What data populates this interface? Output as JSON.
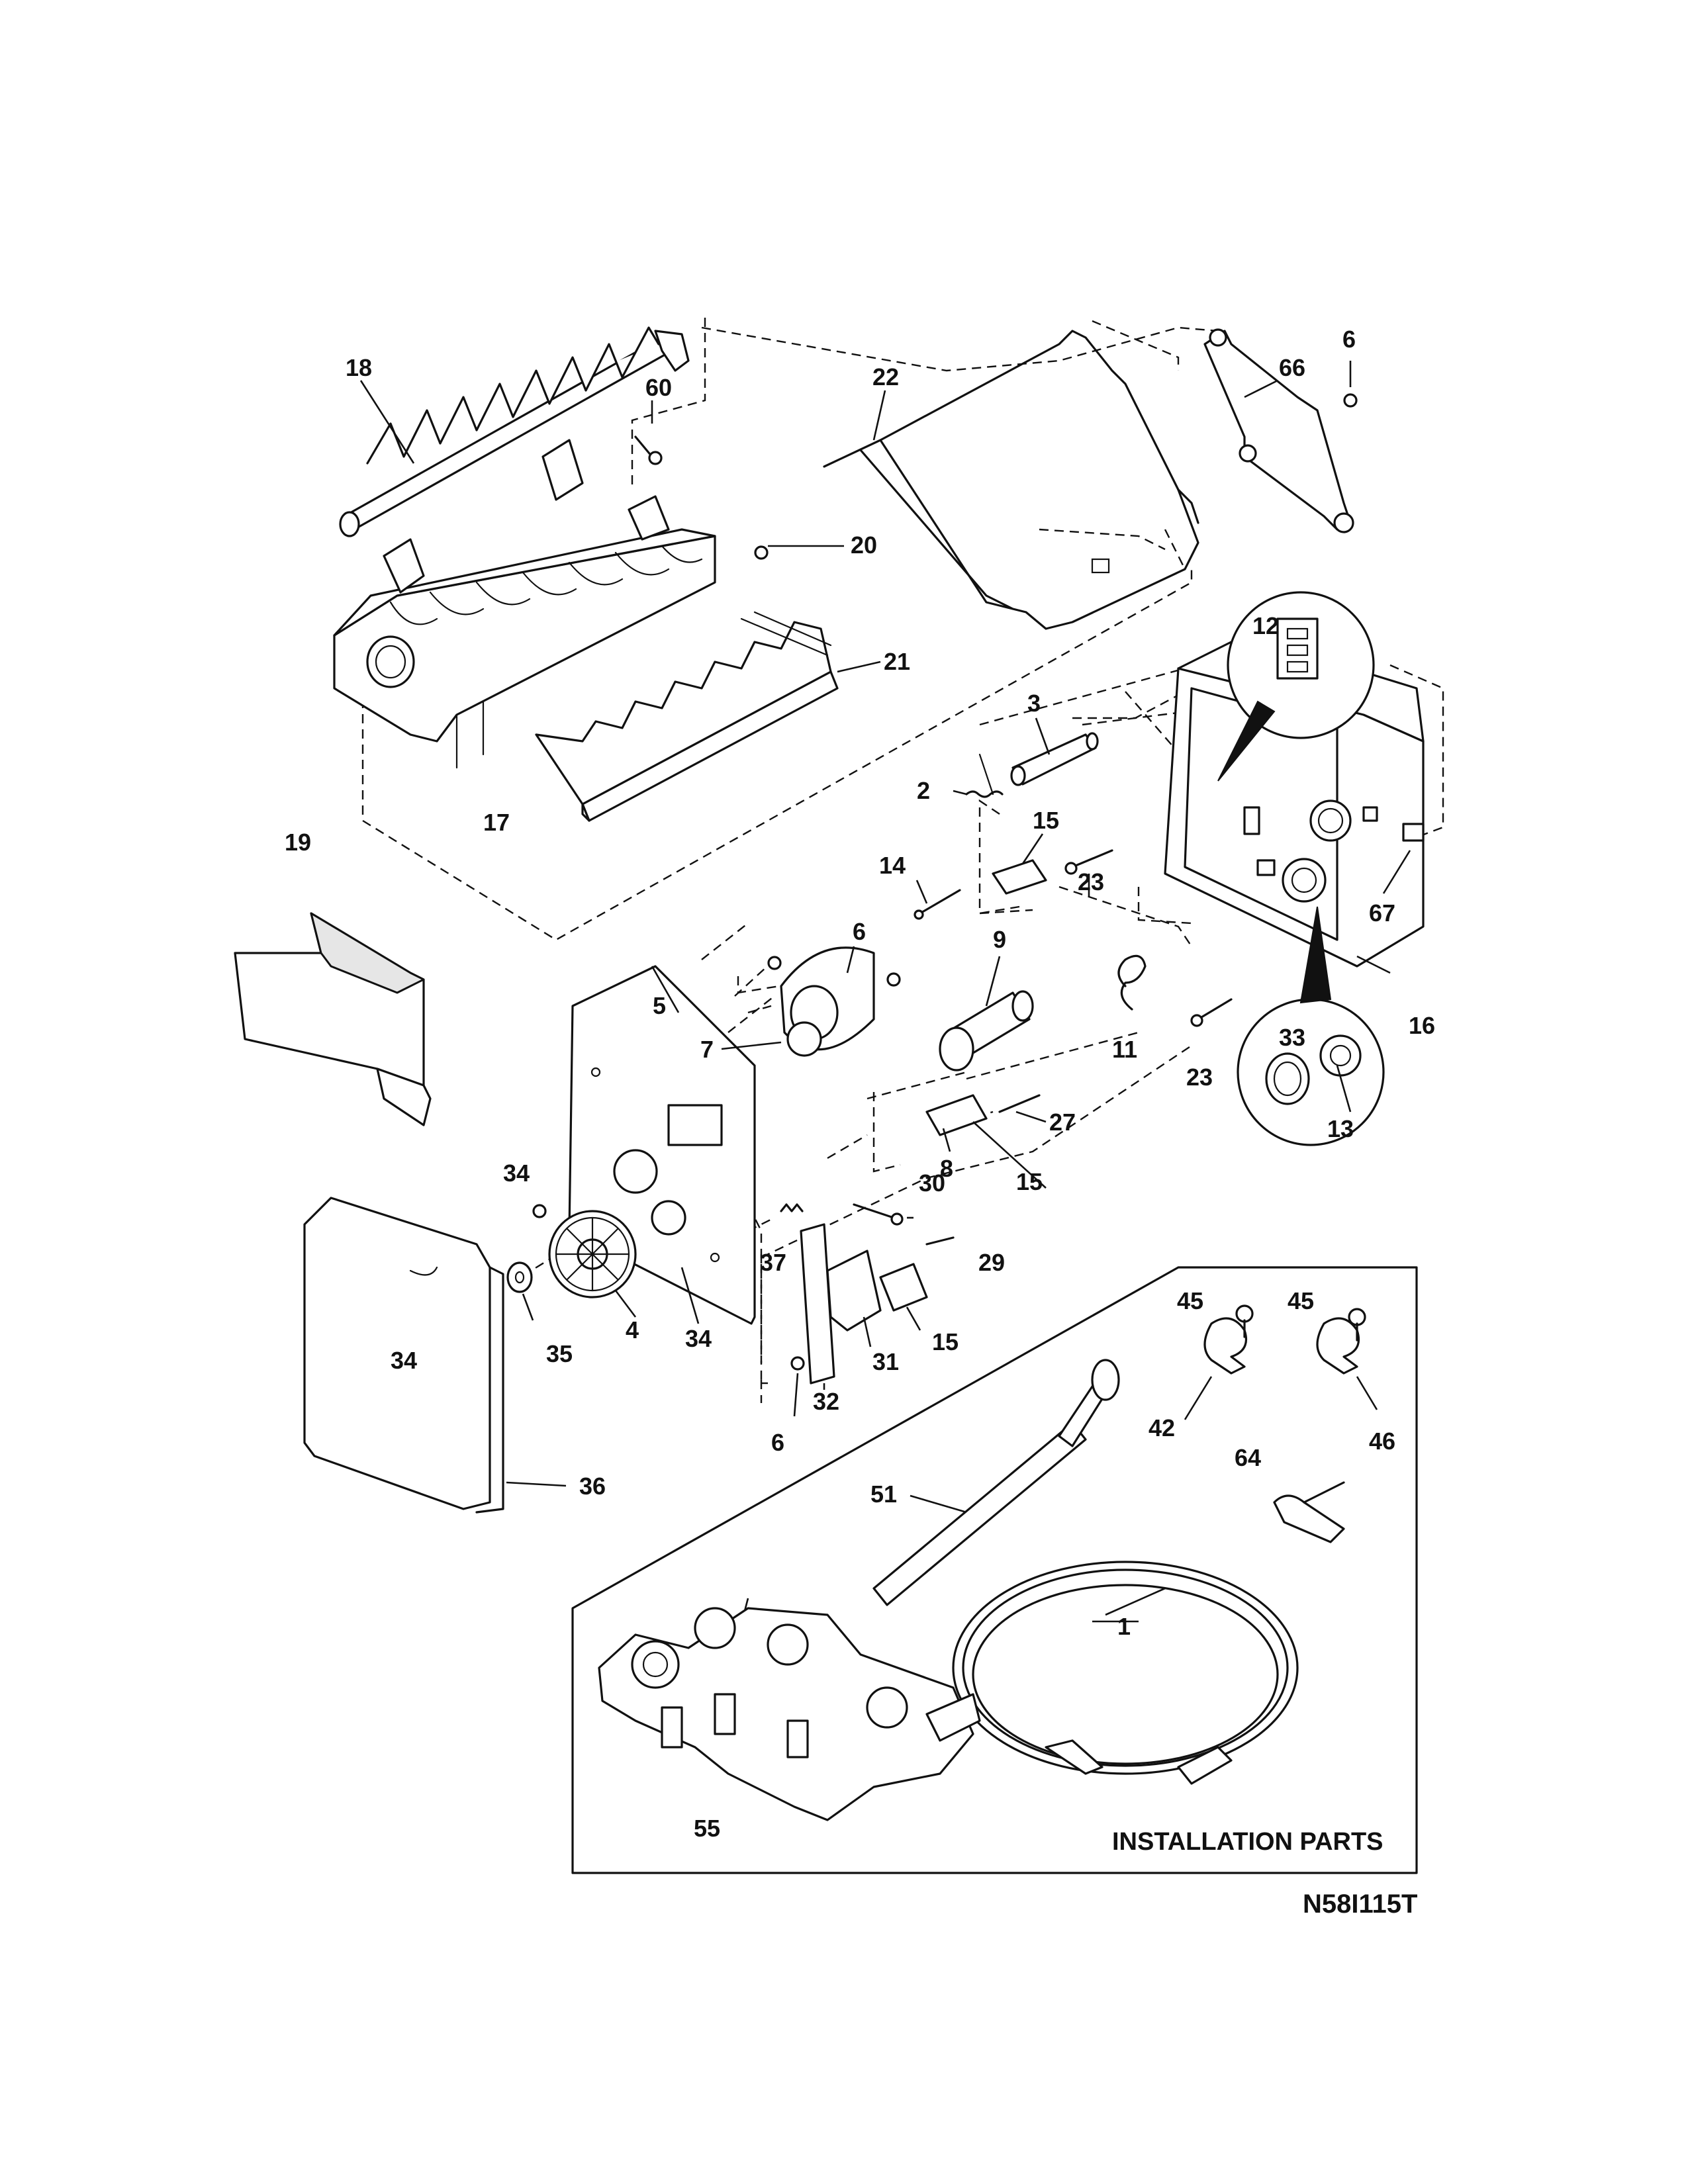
{
  "callouts": {
    "c18": "18",
    "c60": "60",
    "c22": "22",
    "c6a": "6",
    "c66": "66",
    "c20": "20",
    "c21": "21",
    "c12": "12",
    "c17": "17",
    "c3": "3",
    "c2": "2",
    "c15a": "15",
    "c14": "14",
    "c23a": "23",
    "c67": "67",
    "c19": "19",
    "c6b": "6",
    "c9": "9",
    "c5": "5",
    "c7": "7",
    "c11": "11",
    "c23b": "23",
    "c16": "16",
    "c33": "33",
    "c13": "13",
    "c27": "27",
    "c8": "8",
    "c15b": "15",
    "c34a": "34",
    "c30": "30",
    "c37": "37",
    "c29": "29",
    "c4": "4",
    "c34b": "34",
    "c34c": "34",
    "c35": "35",
    "c32": "32",
    "c31": "31",
    "c15c": "15",
    "c6c": "6",
    "c36": "36",
    "c45a": "45",
    "c45b": "45",
    "c42": "42",
    "c46": "46",
    "c64": "64",
    "c51": "51",
    "c1": "1",
    "c55": "55"
  },
  "installation_title": "INSTALLATION PARTS",
  "drawing_code": "N58I115T"
}
